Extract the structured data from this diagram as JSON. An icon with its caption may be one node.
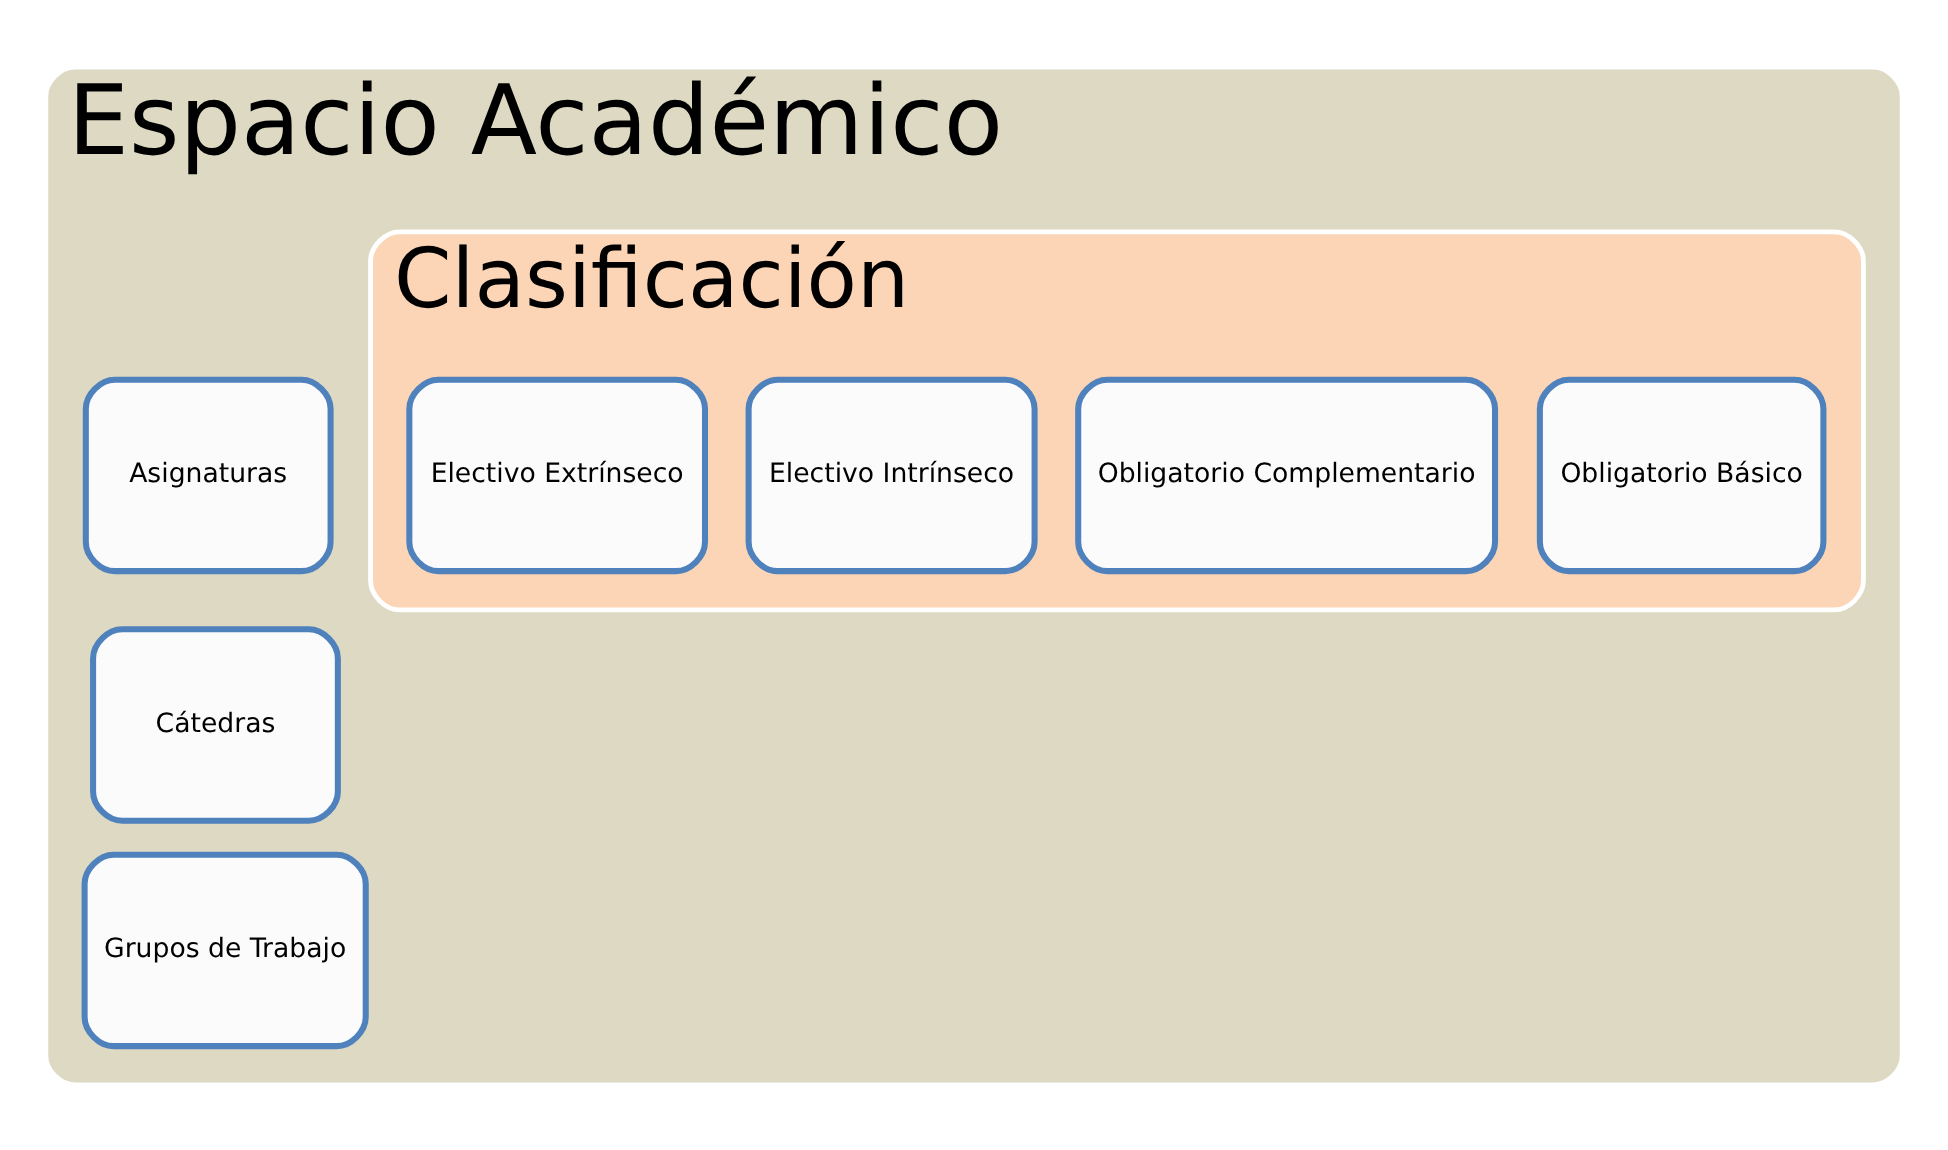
{
  "diagram": {
    "nodes": [
      {
        "text": [
          "Espacio Académico"
        ]
      },
      {
        "text": [
          "Asignaturas"
        ],
        "in": 0
      },
      {
        "text": [
          "Cátedras"
        ],
        "in": 0
      },
      {
        "text": [
          "Grupos de Trabajo"
        ],
        "in": 0
      },
      {
        "text": [
          "Clasificación"
        ],
        "in": 0
      },
      {
        "text": [
          "Obligatorio Básico"
        ],
        "in": 4
      },
      {
        "text": [
          "Obligatorio Complementario"
        ],
        "in": 4
      },
      {
        "text": [
          "Electivo Intrínseco"
        ],
        "in": 4
      },
      {
        "text": [
          "Electivo Extrínseco"
        ],
        "in": 4
      }
    ],
    "edges": []
  }
}
